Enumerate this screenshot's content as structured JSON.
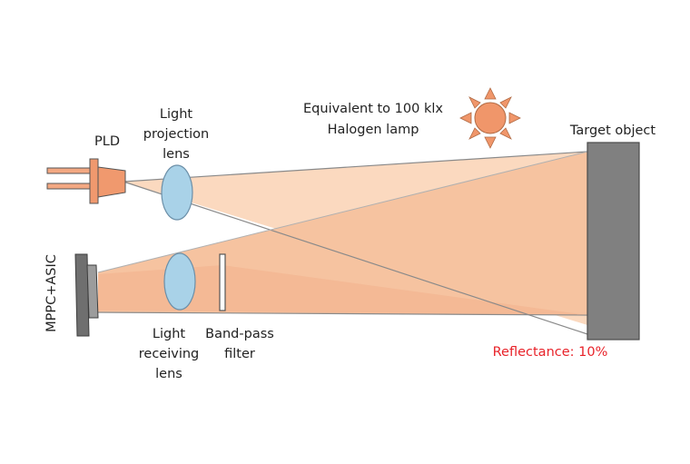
{
  "labels": {
    "pld": "PLD",
    "projection_lens_1": "Light",
    "projection_lens_2": "projection",
    "projection_lens_3": "lens",
    "sun_label_1": "Equivalent to 100 klx",
    "sun_label_2": "Halogen lamp",
    "target": "Target object",
    "receiver": "MPPC+ASIC",
    "receiving_lens_1": "Light",
    "receiving_lens_2": "receiving",
    "receiving_lens_3": "lens",
    "filter_1": "Band-pass",
    "filter_2": "filter",
    "reflectance": "Reflectance: 10%"
  },
  "colors": {
    "beam_light": "#fbd9bf",
    "beam_mid": "#f6c3a0",
    "beam_dark": "#f2b08c",
    "lens_fill": "#a9d2e8",
    "target_fill": "#808080",
    "pld_body": "#f0996e",
    "sun_fill": "#f0966a",
    "reflectance_text": "#e8232a"
  }
}
